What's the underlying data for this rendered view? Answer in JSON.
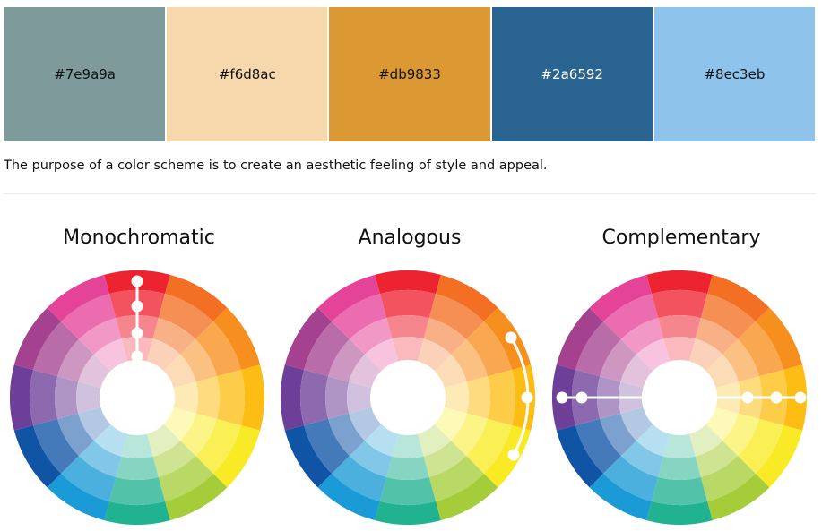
{
  "swatches": [
    {
      "hex": "#7e9a9a",
      "text_color": "#111111"
    },
    {
      "hex": "#f6d8ac",
      "text_color": "#111111"
    },
    {
      "hex": "#db9833",
      "text_color": "#111111"
    },
    {
      "hex": "#2a6592",
      "text_color": "#ffffff"
    },
    {
      "hex": "#8ec3eb",
      "text_color": "#111111"
    }
  ],
  "description": "The purpose of a color scheme is to create an aesthetic feeling of style and appeal.",
  "schemes": [
    {
      "title": "Monochromatic"
    },
    {
      "title": "Analogous"
    },
    {
      "title": "Complementary"
    }
  ],
  "wheel_hues": [
    "#ee2330",
    "#f26f23",
    "#f78f1e",
    "#fdbd14",
    "#f8eb25",
    "#a5cd39",
    "#21b290",
    "#1a9ad6",
    "#1054a6",
    "#6d3f98",
    "#a4428f",
    "#e54398"
  ]
}
